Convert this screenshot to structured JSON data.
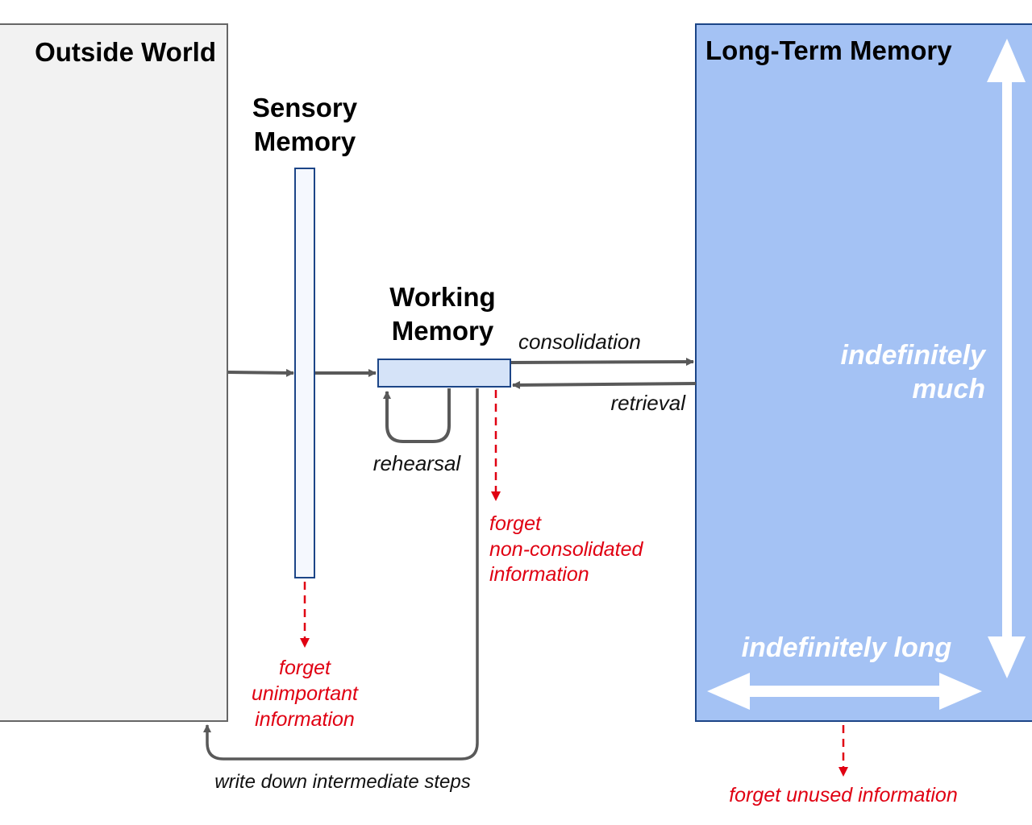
{
  "diagram": {
    "title": "Human memory model",
    "colors": {
      "outside_world_fill": "#f2f2f2",
      "outside_world_stroke": "#666666",
      "ltm_fill": "#a4c2f4",
      "ltm_stroke": "#1c4587",
      "sensory_fill": "#f5f8fe",
      "working_fill": "#d5e3f8",
      "arrow_gray": "#595959",
      "forget_red": "#e00012"
    },
    "nodes": {
      "outside_world": {
        "label": "Outside World"
      },
      "sensory_memory": {
        "label_line1": "Sensory",
        "label_line2": "Memory"
      },
      "working_memory": {
        "label_line1": "Working",
        "label_line2": "Memory"
      },
      "long_term_memory": {
        "label": "Long-Term Memory"
      }
    },
    "edges": {
      "consolidation": "consolidation",
      "retrieval": "retrieval",
      "rehearsal": "rehearsal",
      "write_down": "write down intermediate steps"
    },
    "forget": {
      "sensory": [
        "forget",
        "unimportant",
        "information"
      ],
      "working": [
        "forget",
        "non-consolidated",
        "information"
      ],
      "long_term": "forget unused information"
    },
    "capacity": {
      "amount_line1": "indefinitely",
      "amount_line2": "much",
      "duration": "indefinitely long"
    }
  }
}
